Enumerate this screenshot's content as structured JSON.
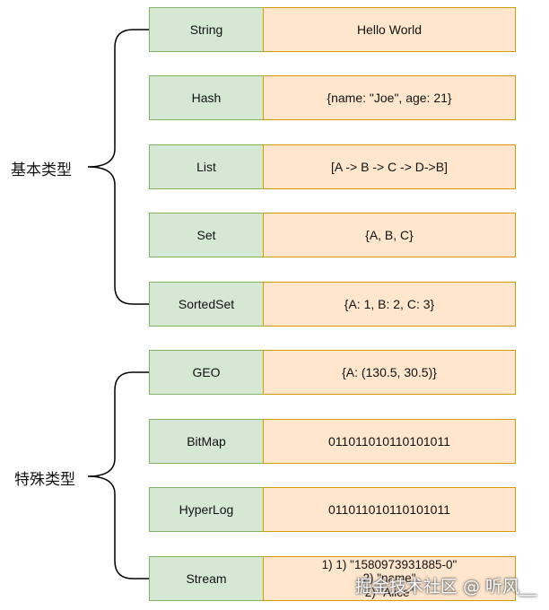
{
  "groups": [
    {
      "label": "基本类型",
      "items": [
        {
          "key": "String",
          "value": "Hello World"
        },
        {
          "key": "Hash",
          "value": "{name: \"Joe\", age: 21}"
        },
        {
          "key": "List",
          "value": "[A -> B -> C -> D->B]"
        },
        {
          "key": "Set",
          "value": "{A, B, C}"
        },
        {
          "key": "SortedSet",
          "value": "{A: 1, B: 2, C: 3}"
        }
      ]
    },
    {
      "label": "特殊类型",
      "items": [
        {
          "key": "GEO",
          "value": "{A: (130.5, 30.5)}"
        },
        {
          "key": "BitMap",
          "value": "011011010110101011"
        },
        {
          "key": "HyperLog",
          "value": "011011010110101011"
        },
        {
          "key": "Stream",
          "value_lines": [
            "1) 1) \"1580973931885-0\"",
            "2) \"name\"",
            "2) \"Alice\""
          ]
        }
      ]
    }
  ],
  "colors": {
    "key_fill": "#d5e8d4",
    "key_border": "#82b366",
    "value_fill": "#ffe6cc",
    "value_border": "#d79b00",
    "brace": "#000000"
  },
  "watermark": "掘金技术社区 @ 听风__"
}
